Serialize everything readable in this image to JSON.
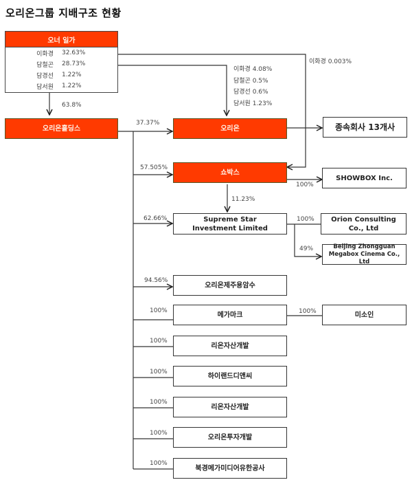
{
  "title": "오리온그룹 지배구조 현황",
  "owner": {
    "header": "오너 일가",
    "members": [
      {
        "name": "이화경",
        "pct": "32.63%"
      },
      {
        "name": "담철곤",
        "pct": "28.73%"
      },
      {
        "name": "담경선",
        "pct": "1.22%"
      },
      {
        "name": "담서원",
        "pct": "1.22%"
      }
    ],
    "to_holdings_pct": "63.8%"
  },
  "orion_direct_owners": [
    {
      "name": "이화경",
      "pct": "4.08%"
    },
    {
      "name": "담철곤",
      "pct": "0.5%"
    },
    {
      "name": "담경선",
      "pct": "0.6%"
    },
    {
      "name": "담서원",
      "pct": "1.23%"
    }
  ],
  "showbox_direct_owner": "이화경 0.003%",
  "nodes": {
    "holdings": "오리온홀딩스",
    "orion": "오리온",
    "orion_subs": "종속회사 13개사",
    "showbox": "쇼박스",
    "showbox_inc": "SHOWBOX Inc.",
    "supreme": [
      "Supreme Star",
      "Investment Limited"
    ],
    "orion_consulting": [
      "Orion Consulting",
      "Co., Ltd"
    ],
    "beijing": [
      "Beijing Zhongguan",
      "Megabox Cinema Co., Ltd"
    ],
    "jeju": "오리온제주용암수",
    "megamark": "메가마크",
    "misoin": "미소인",
    "rion1": "리온자산개발",
    "highland": "하이랜드디앤씨",
    "rion2": "리온자산개발",
    "invest": "오리온투자개발",
    "beijing_media": "북경메가미디어유한공사"
  },
  "edges": {
    "holdings_orion": "37.37%",
    "holdings_showbox": "57.505%",
    "showbox_inc": "100%",
    "showbox_supreme": "11.23%",
    "holdings_supreme": "62.66%",
    "supreme_consulting": "100%",
    "supreme_beijing": "49%",
    "holdings_jeju": "94.56%",
    "holdings_megamark": "100%",
    "megamark_misoin": "100%",
    "holdings_rion1": "100%",
    "holdings_highland": "100%",
    "holdings_rion2": "100%",
    "holdings_invest": "100%",
    "holdings_beijing_media": "100%"
  },
  "colors": {
    "accent": "#ff3a00",
    "line": "#333333"
  }
}
